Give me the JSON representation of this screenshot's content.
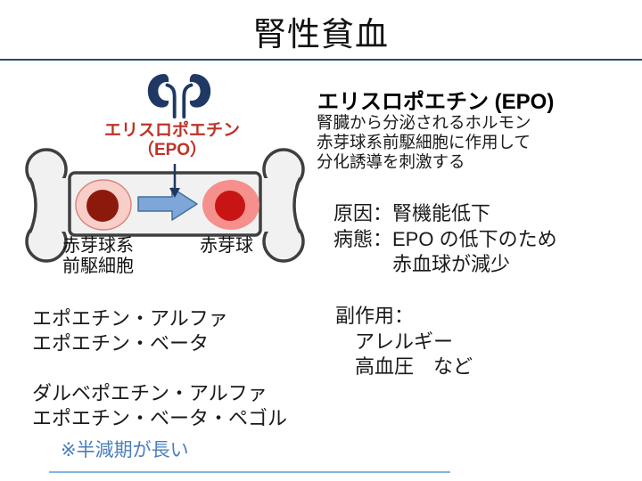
{
  "colors": {
    "accent": "#1F4E79",
    "accent-light": "#5B9BD5",
    "kidney": "#1F3864",
    "epo-red": "#BE3328",
    "note-blue": "#4A7EBB",
    "bone-fill": "#F1F1F1",
    "bone-stroke": "#3F3F3F",
    "cell1-outer": "#F8CEC9",
    "cell1-border": "#D98880",
    "cell1-inner": "#8C1A0C",
    "cell2-outer": "#F5908C",
    "cell2-inner": "#C81414",
    "arrow-fill": "#7EA6D9",
    "arrow-stroke": "#41719C"
  },
  "title": "腎性貧血",
  "diagram": {
    "kidney_icon": "kidneys-icon",
    "epo_label": "エリスロポエチン\n（EPO）",
    "cell_left_label": "赤芽球系\n前駆細胞",
    "cell_right_label": "赤芽球"
  },
  "drugs": {
    "list": "エポエチン・アルファ\nエポエチン・ベータ\n\nダルベポエチン・アルファ\nエポエチン・ベータ・ペゴル",
    "note": "※半減期が長い"
  },
  "info": {
    "heading": "エリスロポエチン (EPO)",
    "description": "腎臓から分泌されるホルモン\n赤芽球系前駆細胞に作用して\n分化誘導を刺激する",
    "cause": "原因：腎機能低下\n病態：EPO の低下のため\n　　　赤血球が減少",
    "side_effects": "副作用：\n　アレルギー\n　高血圧　など"
  }
}
